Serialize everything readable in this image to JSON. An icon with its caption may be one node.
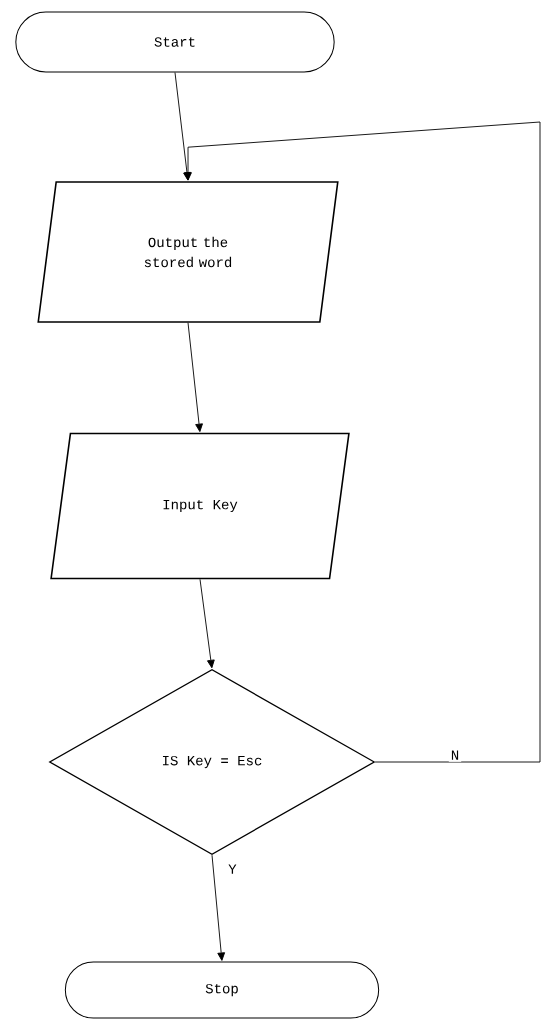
{
  "diagram": {
    "nodes": [
      {
        "text": [
          "Start"
        ]
      },
      {
        "text": [
          "Output the stored word"
        ]
      },
      {
        "text": [
          "Input Key"
        ]
      },
      {
        "text": [
          "IS Key = Esc"
        ]
      },
      {
        "text": [
          "Stop"
        ]
      }
    ],
    "edges": [
      {
        "from": 0,
        "to": 1,
        "arrow": "to"
      },
      {
        "from": 1,
        "to": 2,
        "arrow": "to"
      },
      {
        "from": 2,
        "to": 3,
        "arrow": "to"
      },
      {
        "from": 3,
        "to": 4,
        "arrow": "to",
        "label": "Y"
      },
      {
        "from": 3,
        "to": 1,
        "arrow": "to",
        "label": "N"
      }
    ]
  }
}
